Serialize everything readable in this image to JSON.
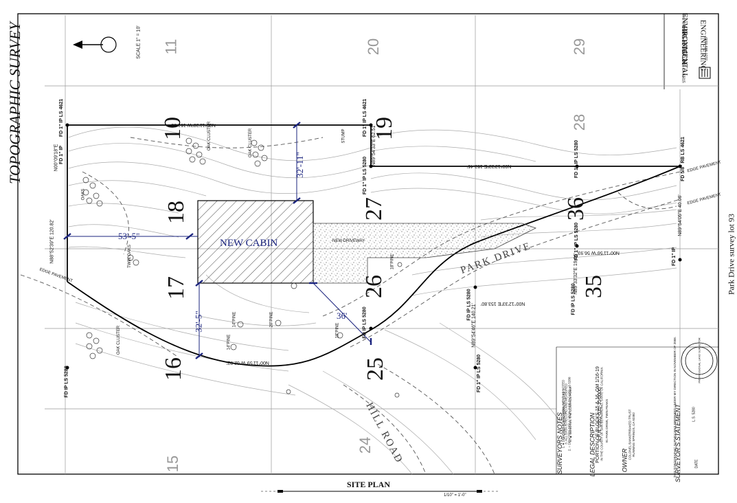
{
  "title": "TOPOGRAPHIC SURVEY",
  "caption": "SITE PLAN",
  "scale_note": "1/10\" = 1'-0\"",
  "side_label": "Park Drive survey lot 93",
  "north_scale": "SCALE 1\" = 10'",
  "building_label": "NEW CABIN",
  "driveway_label": "NEW DRIVEWAY",
  "street_park": "PARK DRIVE",
  "street_hill": "HILL ROAD",
  "dimensions": {
    "top": "32'-11\"",
    "left": "53'-5\"",
    "bottom": "32'-5\"",
    "driveway": "36'"
  },
  "lots": {
    "l11": "11",
    "l20": "20",
    "l29": "29",
    "l10": "10",
    "l19": "19",
    "l28": "28",
    "l18": "18",
    "l27": "27",
    "l36": "36",
    "l17": "17",
    "l26": "26",
    "l35": "35",
    "l16": "16",
    "l25": "25",
    "l15": "15",
    "l24": "24"
  },
  "markers": {
    "fd_top_left": "FD 1\" IP LS 4621",
    "fd_left": "FD 1\" IP",
    "fd_top_mid": "FD 1\" IP LS 4621",
    "fd_mid": "FD 1\" IP LS 5280",
    "fd_right_top": "FD 1\" IP LS 5280",
    "fd_far_right": "FD 5/8\" RB LS 4621",
    "fd_bottom_left": "FD IP LS 5280",
    "fd_center": "FD IP LS 5280",
    "fd_bottom_mid": "FD 1\" IP LS 5280",
    "fd_right_mid": "FD 1\" IP LS 5280",
    "fd_lower_mid": "FD IP LS 5280",
    "fd_lower_right": "FD 1\" IP",
    "fd_right_low": "FD IP LS 5280"
  },
  "bearings": {
    "top": "N00°11'38\"W 151.38'",
    "right_top": "N00°13'33\"E 153.46'",
    "mid_right": "N00°12'33\"E 153.80'",
    "mid_right2": "N00°11'56\"W 56.93'",
    "bottom": "N00°11'59\"W 62.82'",
    "left_vertical": "N88°52'39\"E 120.82'",
    "middle_vertical": "N89°54'33\"E 62.51'",
    "lower_vertical": "N89°54'46\"E 140.21'",
    "right_edge": "N89°54'05\"E 40.06'",
    "vertical_far_left": "N00°09'18\"E",
    "short_mid": "N89°33'32\"E 19.06'"
  },
  "trees": {
    "oak_top": "OAK CLUSTER",
    "oak_cluster2": "OAK CLUSTER",
    "oaks_left": "OAKS",
    "twin_oaks": "TWIN OAKS",
    "pine1": "14\"PINE",
    "pine2": "20\"PINE",
    "pine3": "14\"PINE",
    "pine4": "18\"PINE",
    "pine5": "18\"PINE",
    "oak_lower": "OAK CLUSTER"
  },
  "utility": {
    "stump": "STUMP",
    "edge_pavement_top": "EDGE PAVEMENT",
    "edge_pavement_mid": "EDGE PAVEMENT",
    "edge_pavement_left": "EDGE PAVEMENT"
  },
  "firm": {
    "name_line1": "ENVIRONMENTAL",
    "name_line2": "HIGHTECH",
    "name_line3": "ENGINEERING",
    "address": "P.O. BOX 4436, BIG BEAR LAKE, CA 92315",
    "phone": "(909) 585-1277"
  },
  "notes": {
    "surveyors_notes_title": "SURVEYORS NOTES",
    "surveyors_notes": [
      "1. ● DENOTES FOUND MONUMENT AS NOTED",
      "2. ○ DENOTES SET 1\" IRON PIPE TAGGED LS 5280",
      "3. ALL DATA IS RECORD AND MEASURED",
      "4. CONTOUR INTERVAL IS 2 FEET",
      "5. ▲ DENOTES THE CONTROL POINT"
    ],
    "legal_title": "LEGAL DESCRIPTION",
    "legal_line1": "PORTION OF BLOCKS 15 & 16, OM 1/16-19",
    "legal_line2": "IN THE COUNTY OF SAN BERNARDINO, STATE OF CALIFORNIA",
    "apn": "A.P.N. 0361-031-10-0000",
    "address_line": "91 PARK DRIVE, TWIN PEAKS",
    "owner_title": "OWNER",
    "owner_line1": "COLONEL BANKER/BAKED TRUST",
    "owner_line2": "RUNNING SPRINGS, CA 92382",
    "statement_title": "SURVEYOR'S STATEMENT",
    "statement_text": "THIS TOPOGRAPHIC SURVEY WAS PREPARED UNDER MY DIRECTION IN NOVEMBER OF 2008.",
    "date_label": "DATE",
    "signer": "L.S. 5280"
  },
  "stamp": "PROFESSIONAL LAND SURVEYOR"
}
